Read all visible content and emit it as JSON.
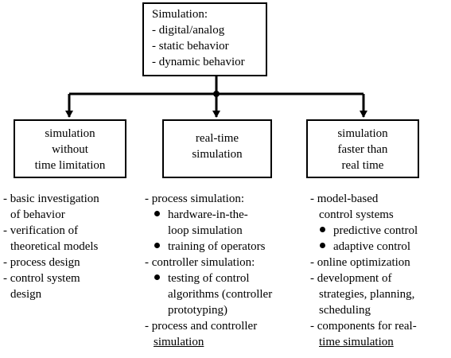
{
  "top": {
    "title": "Simulation:",
    "items": [
      "- digital/analog",
      "- static behavior",
      "- dynamic behavior"
    ]
  },
  "boxes": {
    "left": [
      "simulation",
      "without",
      "time limitation"
    ],
    "middle": [
      "real-time",
      "simulation"
    ],
    "right": [
      "simulation",
      "faster than",
      "real time"
    ]
  },
  "lists": {
    "left": [
      "- basic investigation",
      "  of behavior",
      "- verification of",
      "  theoretical models",
      "- process design",
      "- control system",
      "  design"
    ],
    "middle": {
      "l1": "- process simulation:",
      "l2": "hardware-in-the-",
      "l3": "loop simulation",
      "l4": "training of operators",
      "l5": "- controller simulation:",
      "l6": "testing of control",
      "l7": "algorithms (controller",
      "l8": "prototyping)",
      "l9": "- process and controller",
      "l10": "simulation"
    },
    "right": {
      "l1": "- model-based",
      "l2": "control systems",
      "l3": "predictive control",
      "l4": "adaptive control",
      "l5": "- online optimization",
      "l6": "- development of",
      "l7": "strategies, planning,",
      "l8": "scheduling",
      "l9": "- components for real-",
      "l10": "time simulation"
    }
  }
}
